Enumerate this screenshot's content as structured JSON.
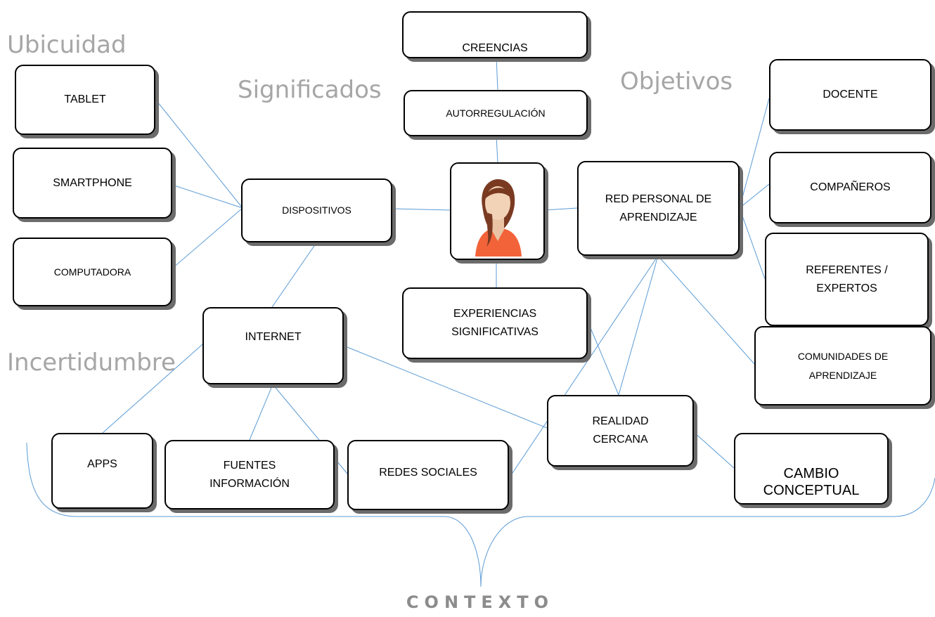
{
  "categories": {
    "ubicuidad": "Ubicuidad",
    "significados": "Significados",
    "objetivos": "Objetivos",
    "incertidumbre": "Incertidumbre"
  },
  "footer": {
    "contexto": "CONTEXTO"
  },
  "nodes": {
    "creencias": "CREENCIAS",
    "autorregulacion": "AUTORREGULACIÓN",
    "tablet": "TABLET",
    "smartphone": "SMARTPHONE",
    "computadora": "COMPUTADORA",
    "dispositivos": "DISPOSITIVOS",
    "internet": "INTERNET",
    "experiencias_1": "EXPERIENCIAS",
    "experiencias_2": "SIGNIFICATIVAS",
    "red_1": "RED PERSONAL DE",
    "red_2": "APRENDIZAJE",
    "docente": "DOCENTE",
    "companeros": "COMPAÑEROS",
    "referentes_1": "REFERENTES /",
    "referentes_2": "EXPERTOS",
    "comunidades_1": "COMUNIDADES DE",
    "comunidades_2": "APRENDIZAJE",
    "apps": "APPS",
    "fuentes_1": "FUENTES",
    "fuentes_2": "INFORMACIÓN",
    "redes": "REDES SOCIALES",
    "realidad_1": "REALIDAD",
    "realidad_2": "CERCANA",
    "cambio_1": "CAMBIO",
    "cambio_2": "CONCEPTUAL"
  },
  "icons": {
    "center": "person-avatar-icon"
  },
  "colors": {
    "connector": "#5b9bd5",
    "category_text": "#a6a6a6",
    "footer_text": "#8c8c8c",
    "box_shadow": "#6b6b6b",
    "avatar_top": "#f3633a"
  }
}
